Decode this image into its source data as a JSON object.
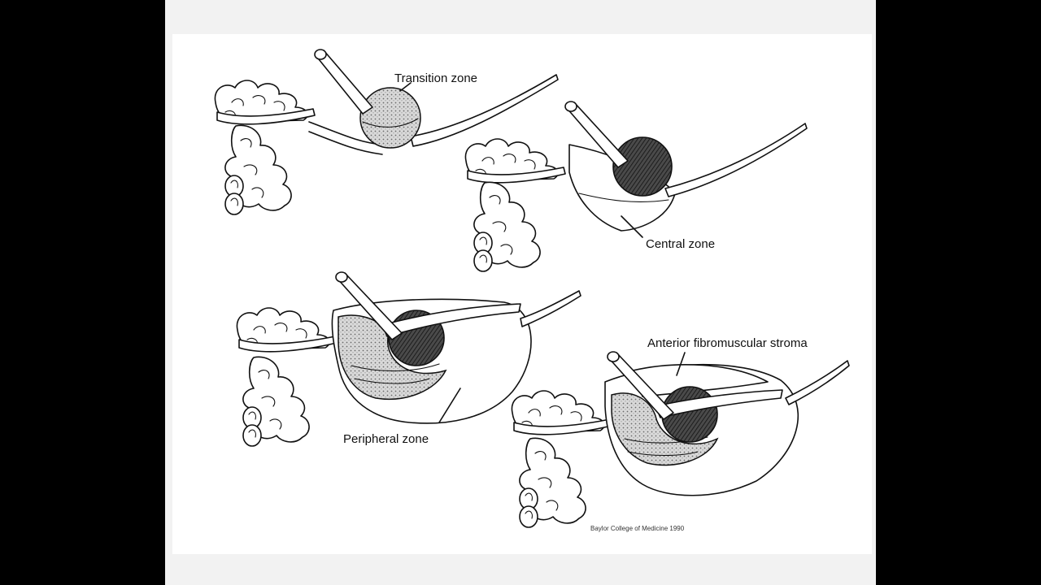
{
  "labels": {
    "transition_zone": "Transition zone",
    "central_zone": "Central zone",
    "peripheral_zone": "Peripheral zone",
    "anterior_stroma": "Anterior fibromuscular stroma"
  },
  "credit": "Baylor College of Medicine 1990",
  "colors": {
    "frame": "#000000",
    "slide": "#f2f2f2",
    "figure": "#ffffff",
    "ink": "#111111"
  }
}
